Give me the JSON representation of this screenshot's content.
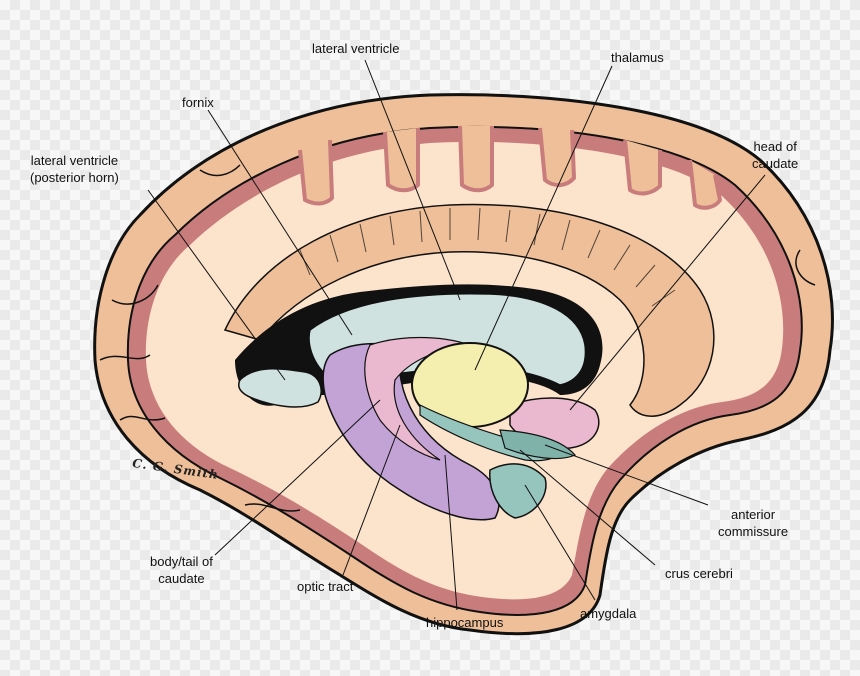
{
  "labels": {
    "lateral_ventricle": "lateral ventricle",
    "thalamus": "thalamus",
    "fornix": "fornix",
    "head_of_caudate_1": "head of",
    "head_of_caudate_2": "caudate",
    "lateral_ventricle_posterior_1": "lateral ventricle",
    "lateral_ventricle_posterior_2": "(posterior horn)",
    "anterior_commissure_1": "anterior",
    "anterior_commissure_2": "commissure",
    "crus_cerebri": "crus cerebri",
    "amygdala": "amygdala",
    "hippocampus": "hippocampus",
    "optic_tract": "optic tract",
    "body_tail_caudate_1": "body/tail of",
    "body_tail_caudate_2": "caudate"
  },
  "signature": "C. G. Smith",
  "colors": {
    "cortex": "#eebf98",
    "white_matter": "#fbe3cc",
    "rim": "#c97c7c",
    "ventricle": "#cfe2df",
    "thalamus": "#f4efae",
    "caudate": "#c3a3d6",
    "pink": "#eab9cf",
    "teal": "#95c5bc",
    "outline": "#111111"
  }
}
